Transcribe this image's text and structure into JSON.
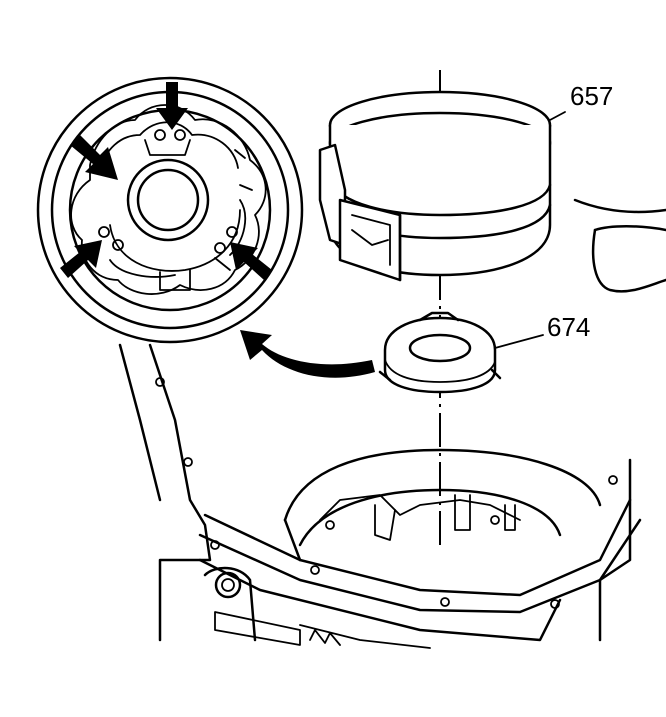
{
  "diagram": {
    "callouts": [
      {
        "id": "band",
        "label": "657"
      },
      {
        "id": "washer",
        "label": "674"
      }
    ],
    "colors": {
      "line": "#000000",
      "background": "#ffffff"
    }
  }
}
